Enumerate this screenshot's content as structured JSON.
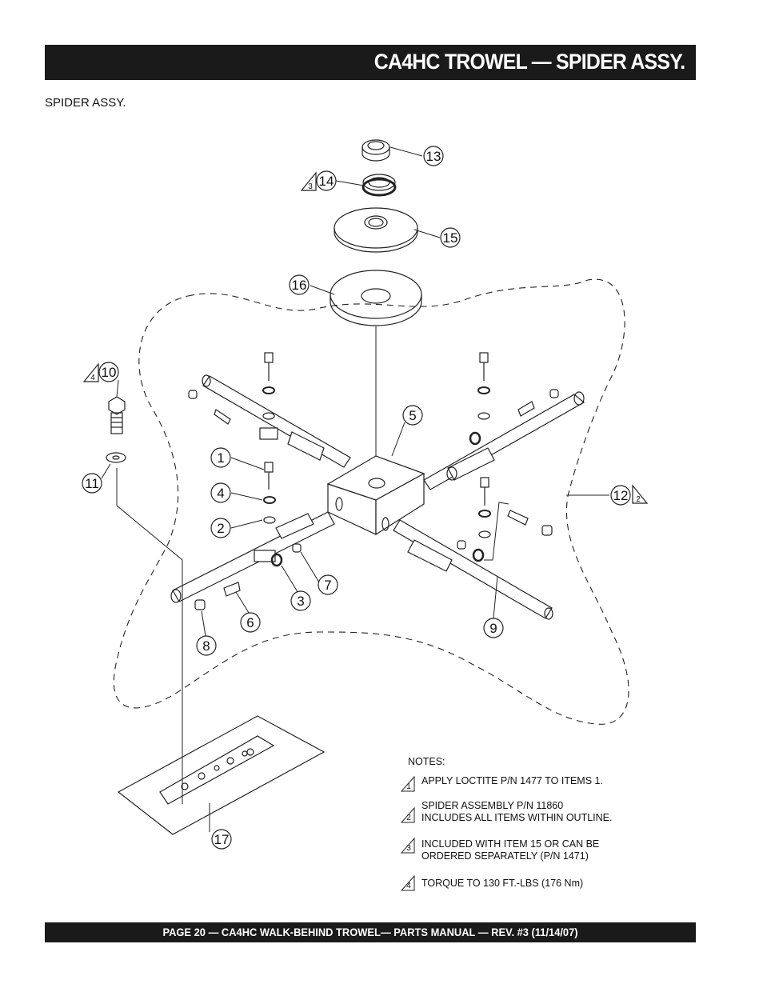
{
  "header": {
    "title": "CA4HC TROWEL — SPIDER ASSY."
  },
  "section": {
    "subtitle": "SPIDER ASSY."
  },
  "callouts": {
    "c1": "1",
    "c2": "2",
    "c3": "3",
    "c4": "4",
    "c5": "5",
    "c6": "6",
    "c7": "7",
    "c8": "8",
    "c9": "9",
    "c10": "10",
    "c11": "11",
    "c12": "12",
    "c13": "13",
    "c14": "14",
    "c15": "15",
    "c16": "16",
    "c17": "17"
  },
  "flags": {
    "f14": "3",
    "f10": "4",
    "f12": "2"
  },
  "notes": {
    "heading": "NOTES:",
    "items": [
      {
        "flag": "1",
        "text_lines": [
          "APPLY LOCTITE  P/N 1477 TO ITEMS 1."
        ]
      },
      {
        "flag": "2",
        "text_lines": [
          "SPIDER ASSEMBLY P/N 11860",
          "INCLUDES ALL ITEMS WITHIN OUTLINE."
        ]
      },
      {
        "flag": "3",
        "text_lines": [
          "INCLUDED WITH ITEM 15 OR CAN BE",
          "ORDERED SEPARATELY (P/N 1471)"
        ]
      },
      {
        "flag": "4",
        "text_lines": [
          "TORQUE TO 130 FT.-LBS (176 Nm)"
        ]
      }
    ]
  },
  "footer": {
    "text": "PAGE 20 — CA4HC WALK-BEHIND TROWEL— PARTS MANUAL — REV. #3 (11/14/07)"
  }
}
